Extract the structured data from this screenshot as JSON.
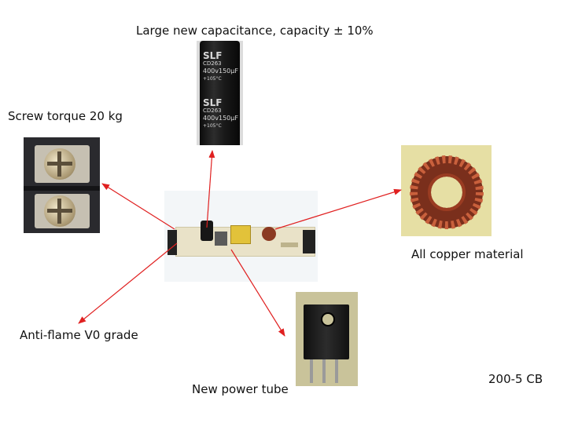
{
  "labels": {
    "capacitor": "Large new capacitance, capacity ± 10%",
    "screw": "Screw torque 20 kg",
    "copper": "All copper material",
    "flame": "Anti-flame V0 grade",
    "tube": "New power tube",
    "model": "200-5 CB"
  },
  "capacitor_print": {
    "brand": "SLF",
    "series": "CD263",
    "rating": "400v150μF",
    "temp": "+105°C"
  },
  "colors": {
    "arrow": "#e02020",
    "pcb": "#e9e2c8",
    "terminal_block": "#2a2a2e",
    "coil_copper": "#a8452a",
    "capacitor_body": "#161616"
  }
}
